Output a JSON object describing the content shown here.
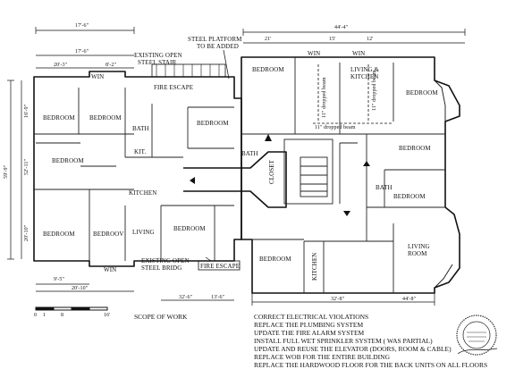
{
  "annotations": {
    "steel_platform": "STEEL PLATFORM",
    "to_be_added": "TO BE ADDED",
    "existing_open": "EXISTING OPEN",
    "steel_stair": "STEEL STAIR",
    "fire_escape_top": "FIRE ESCAPE",
    "fire_escape_bottom": "FIRE ESCAPE",
    "existing_open_bottom": "EXISTING OPEN",
    "steel_bridge": "STEEL BRIDG",
    "dropped_beam_h": "11\" dropped beam",
    "dropped_beam_v1": "11\" dropped beam",
    "dropped_beam_v2": "11\" dropped beam"
  },
  "rooms": {
    "bedroom_1": "BEDROOM",
    "bedroom_2": "BEDROOM",
    "bath_1": "BATH",
    "kit_1": "KIT.",
    "bedroom_3": "BEDROOM",
    "bedroom_4": "BEDROOM",
    "kitchen_1": "KITCHEN",
    "bedroom_5": "BEDROOM",
    "bedroom_6": "BEDROOV",
    "living_1": "LIVING",
    "bedroom_7": "BEDROOM",
    "bedroom_8": "BEDROOM",
    "bath_2": "BATH",
    "closet": "CLOSET",
    "living_kitchen_1": "LIVING &",
    "living_kitchen_2": "KITCHEN",
    "bedroom_9": "BEDROOM",
    "bedroom_10": "BEDROOM",
    "bath_3": "BATH",
    "bedroom_11": "BEDROOM",
    "living_room_1": "LIVING",
    "living_room_2": "ROOM",
    "bedroom_12": "BEDROOM",
    "kitchen_2": "KITCHEN"
  },
  "windows": {
    "win_1": "WIN",
    "win_2": "WIN",
    "win_3": "WIN",
    "win_4": "WIN"
  },
  "dimensions": {
    "top_left": "17'-6\"",
    "top_left_2": "17'-6\"",
    "top_left_3": "20'-3\"",
    "top_left_4": "8'-2\"",
    "top_right": "44'-4\"",
    "top_right_2": "21'",
    "top_right_3": "15'",
    "top_right_4": "12'",
    "left_1": "16'-9\"",
    "left_2": "52'-11\"",
    "left_3": "59'-9\"",
    "left_4": "20'-10\"",
    "bottom_left_1": "9'-5\"",
    "bottom_left_2": "20'-10\"",
    "bottom_mid_1": "32'-6\"",
    "bottom_mid_2": "13'-6\"",
    "bottom_right": "32'-8\"",
    "bottom_right_2": "44'-8\"",
    "scale_0": "0",
    "scale_1": "1",
    "scale_8": "8",
    "scale_16": "16'"
  },
  "scope": {
    "title": "SCOPE OF WORK",
    "items": [
      "CORRECT ELECTRICAL VIOLATIONS",
      "REPLACE THE PLUMBING SYSTEM",
      "UPDATE THE FIRE ALARM SYSTEM",
      "INSTALL FULL WET SPRINKLER SYSTEM ( WAS PARTIAL)",
      "UPDATE AND REUSE THE ELEVATOR (DOORS, ROOM & CABLE)",
      "REPLACE WOB FOR THE ENTIRE BUILDING",
      "REPLACE THE HARDWOOD FLOOR FOR THE BACK UNITS ON ALL FLOORS"
    ]
  }
}
